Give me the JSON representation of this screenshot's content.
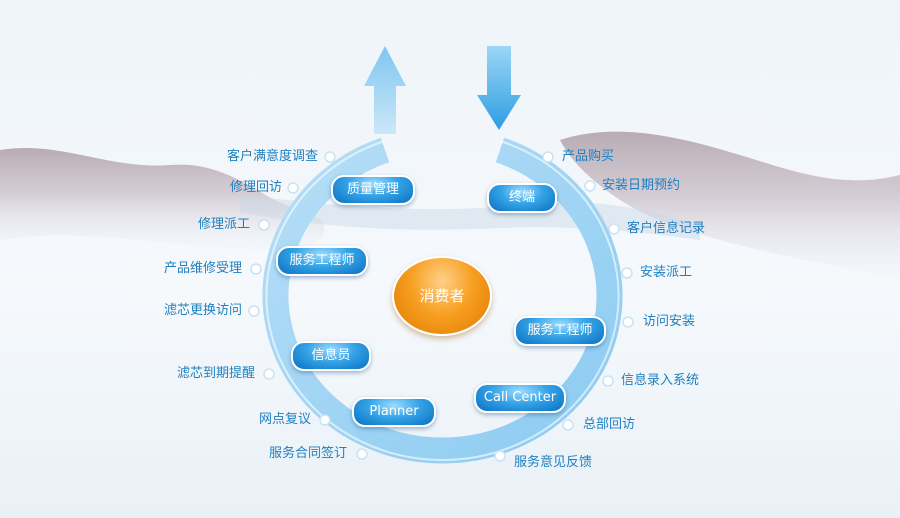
{
  "center": {
    "label": "消费者"
  },
  "left_labels": [
    "客户满意度调查",
    "修理回访",
    "修理派工",
    "产品维修受理",
    "滤芯更换访问",
    "滤芯到期提醒",
    "网点复议",
    "服务合同签订"
  ],
  "right_labels": [
    "产品购买",
    "安装日期预约",
    "客户信息记录",
    "安装派工",
    "访问安装",
    "信息录入系统",
    "总部回访",
    "服务意见反馈"
  ],
  "pills": [
    "质量管理",
    "服务工程师",
    "信息员",
    "Planner",
    "终端",
    "服务工程师",
    "Call Center"
  ],
  "colors": {
    "ring": "#a9d6f5",
    "arrow": "#8fcdf2",
    "arrow_down": "#3aa7e6",
    "label": "#1f7fc0",
    "pill": "#1a8ad8",
    "center": "#f39a1e"
  }
}
